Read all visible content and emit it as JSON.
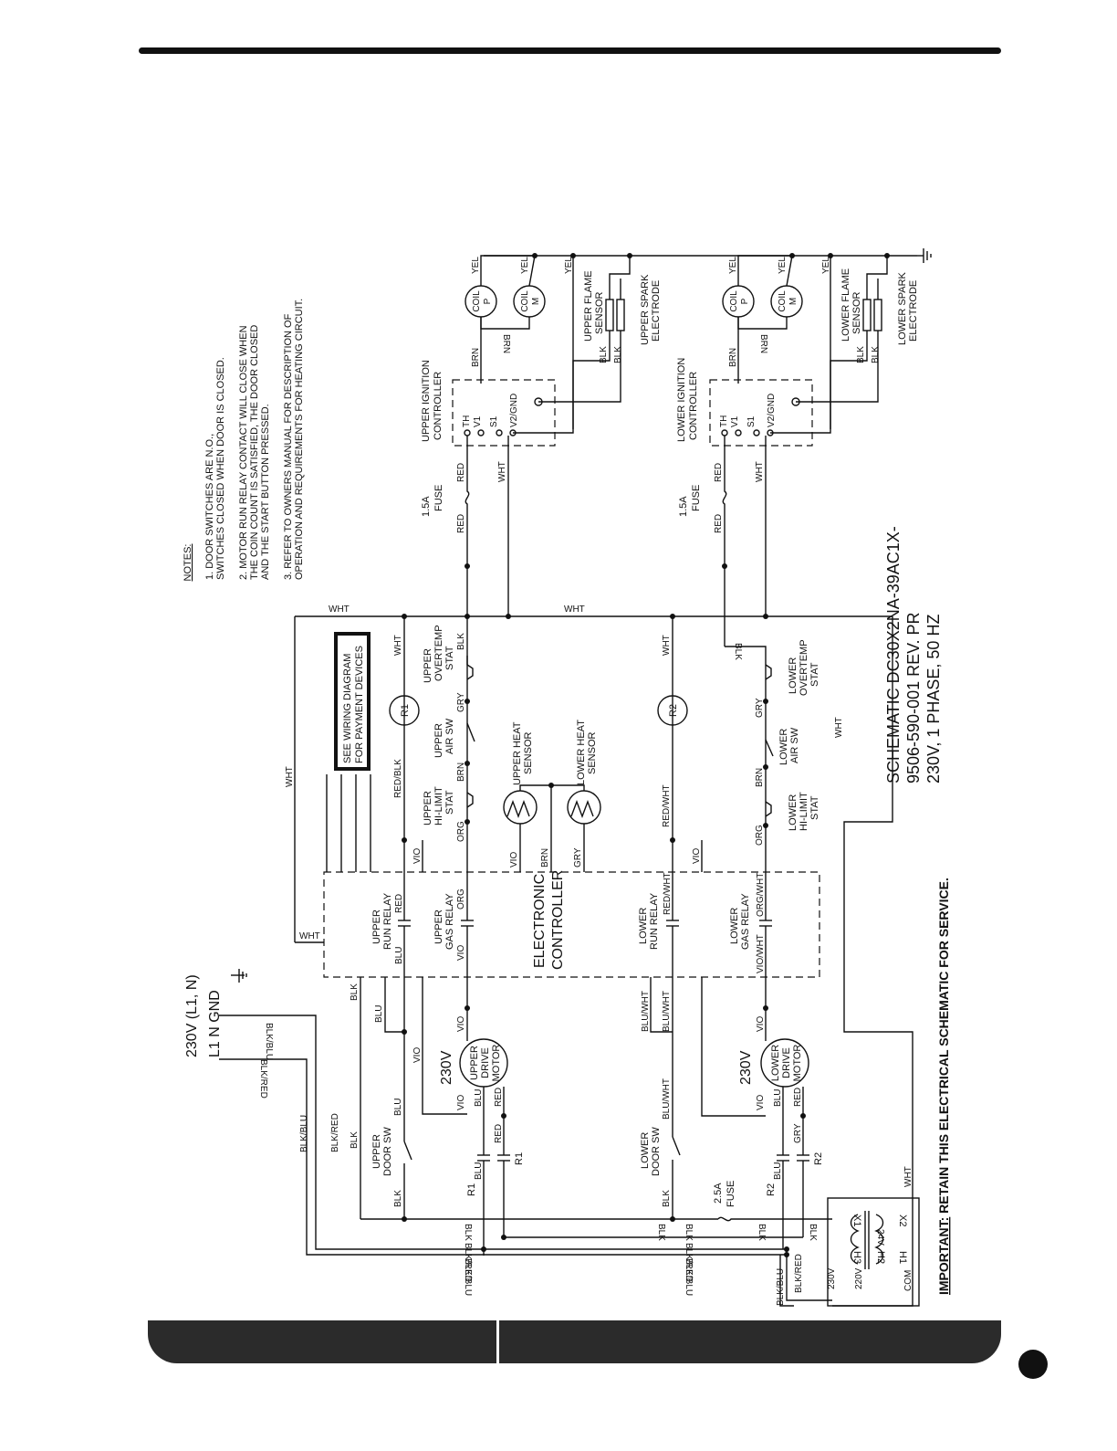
{
  "notes": {
    "heading": "NOTES:",
    "items": [
      [
        "1.  DOOR SWITCHES ARE N.O.,",
        "SWITCHES CLOSED WHEN DOOR IS CLOSED."
      ],
      [
        "2.  MOTOR RUN RELAY CONTACT WILL CLOSE WHEN",
        "THE COIN COUNT IS SATISFIED, THE DOOR CLOSED",
        "AND THE START BUTTON PRESSED."
      ],
      [
        "3.  REFER TO OWNERS MANUAL FOR DESCRIPTION OF",
        "OPERATION AND REQUIREMENTS FOR HEATING CIRCUIT."
      ]
    ]
  },
  "title_block": {
    "line1": "SCHEMATIC    DC30X2NA-39AC1X-",
    "line2": "9506-590-001  REV. PR",
    "line3": "230V, 1 PHASE, 50 HZ"
  },
  "important": {
    "bold": "IMPORTANT:",
    "text": " RETAIN THIS ELECTRICAL SCHEMATIC FOR SERVICE."
  },
  "supply": {
    "voltage": "230V  (L1,  N)",
    "terminals": "L1      N    GND"
  },
  "payment_box": [
    "SEE WIRING DIAGRAM",
    "FOR PAYMENT DEVICES"
  ],
  "components": {
    "upper_coil_p": [
      "COIL",
      "P"
    ],
    "upper_coil_m": [
      "COIL",
      "M"
    ],
    "lower_coil_p": [
      "COIL",
      "P"
    ],
    "lower_coil_m": [
      "COIL",
      "M"
    ],
    "upper_flame": [
      "UPPER FLAME",
      "SENSOR"
    ],
    "upper_spark": [
      "UPPER SPARK",
      "ELECTRODE"
    ],
    "lower_flame": [
      "LOWER FLAME",
      "SENSOR"
    ],
    "lower_spark": [
      "LOWER SPARK",
      "ELECTRODE"
    ],
    "upper_ignition": [
      "UPPER IGNITION",
      "CONTROLLER"
    ],
    "lower_ignition": [
      "LOWER IGNITION",
      "CONTROLLER"
    ],
    "ign_terms": [
      "TH",
      "V1",
      "S1",
      "V2/GND"
    ],
    "fuse_15": [
      "1.5A",
      "FUSE"
    ],
    "fuse_25": [
      "2.5A",
      "FUSE"
    ],
    "upper_overtemp": [
      "UPPER",
      "OVERTEMP",
      "STAT"
    ],
    "lower_overtemp": [
      "LOWER",
      "OVERTEMP",
      "STAT"
    ],
    "upper_air": [
      "UPPER",
      "AIR SW"
    ],
    "lower_air": [
      "LOWER",
      "AIR SW"
    ],
    "upper_hilimit": [
      "UPPER",
      "HI-LIMIT",
      "STAT"
    ],
    "lower_hilimit": [
      "LOWER",
      "HI-LIMIT",
      "STAT"
    ],
    "upper_heat": [
      "UPPER HEAT",
      "SENSOR"
    ],
    "lower_heat": [
      "LOWER HEAT",
      "SENSOR"
    ],
    "r1": "R1",
    "r2": "R2",
    "electronic_controller": [
      "ELECTRONIC",
      "CONTROLLER"
    ],
    "upper_run_relay": [
      "UPPER",
      "RUN RELAY"
    ],
    "upper_gas_relay": [
      "UPPER",
      "GAS RELAY"
    ],
    "lower_run_relay": [
      "LOWER",
      "RUN RELAY"
    ],
    "lower_gas_relay": [
      "LOWER",
      "GAS RELAY"
    ],
    "upper_motor": [
      "UPPER",
      "DRIVE",
      "MOTOR"
    ],
    "lower_motor": [
      "LOWER",
      "DRIVE",
      "MOTOR"
    ],
    "motor_voltage": "230V",
    "upper_door": [
      "UPPER",
      "DOOR SW"
    ],
    "lower_door": [
      "LOWER",
      "DOOR SW"
    ],
    "transformer": {
      "x1": "X1",
      "x2": "X2",
      "v24": "24V",
      "h1": "H1",
      "h2": "H2",
      "h3": "H3",
      "v230": "230V",
      "v220": "220V",
      "com": "COM"
    }
  },
  "wires": {
    "wht": "WHT",
    "yel": "YEL",
    "brn": "BRN",
    "blk": "BLK",
    "red": "RED",
    "gry": "GRY",
    "org": "ORG",
    "vio": "VIO",
    "blu": "BLU",
    "red_blk": "RED/BLK",
    "red_wht": "RED/WHT",
    "org_wht": "ORG/WHT",
    "vio_wht": "VIO/WHT",
    "blu_wht": "BLU/WHT",
    "blk_blu": "BLK/BLU",
    "blk_red": "BLK/RED"
  }
}
